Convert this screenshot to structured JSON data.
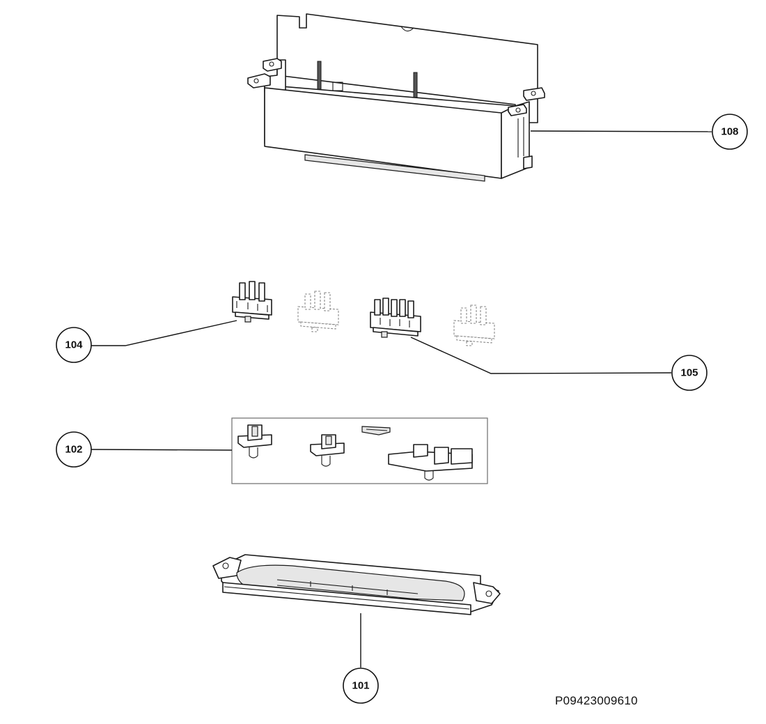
{
  "callouts": [
    {
      "id": "108"
    },
    {
      "id": "104"
    },
    {
      "id": "105"
    },
    {
      "id": "102"
    },
    {
      "id": "101"
    }
  ],
  "document_id": "P09423009610"
}
